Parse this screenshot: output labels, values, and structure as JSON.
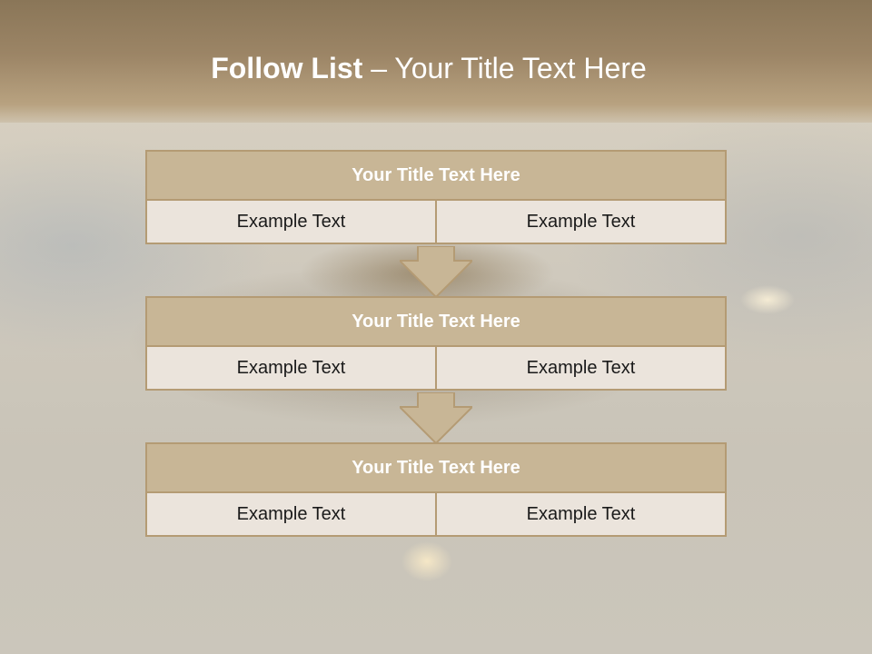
{
  "slide": {
    "title_bold": "Follow List",
    "title_rest": " – Your Title Text Here"
  },
  "blocks": [
    {
      "title": "Your Title Text Here",
      "cells": [
        "Example Text",
        "Example Text"
      ]
    },
    {
      "title": "Your Title Text Here",
      "cells": [
        "Example Text",
        "Example Text"
      ]
    },
    {
      "title": "Your Title Text Here",
      "cells": [
        "Example Text",
        "Example Text"
      ]
    }
  ],
  "colors": {
    "header": "#9c8566",
    "block_title_fill": "#c8b696",
    "block_border": "#b49b74",
    "cell_fill": "#ebe4dc"
  }
}
